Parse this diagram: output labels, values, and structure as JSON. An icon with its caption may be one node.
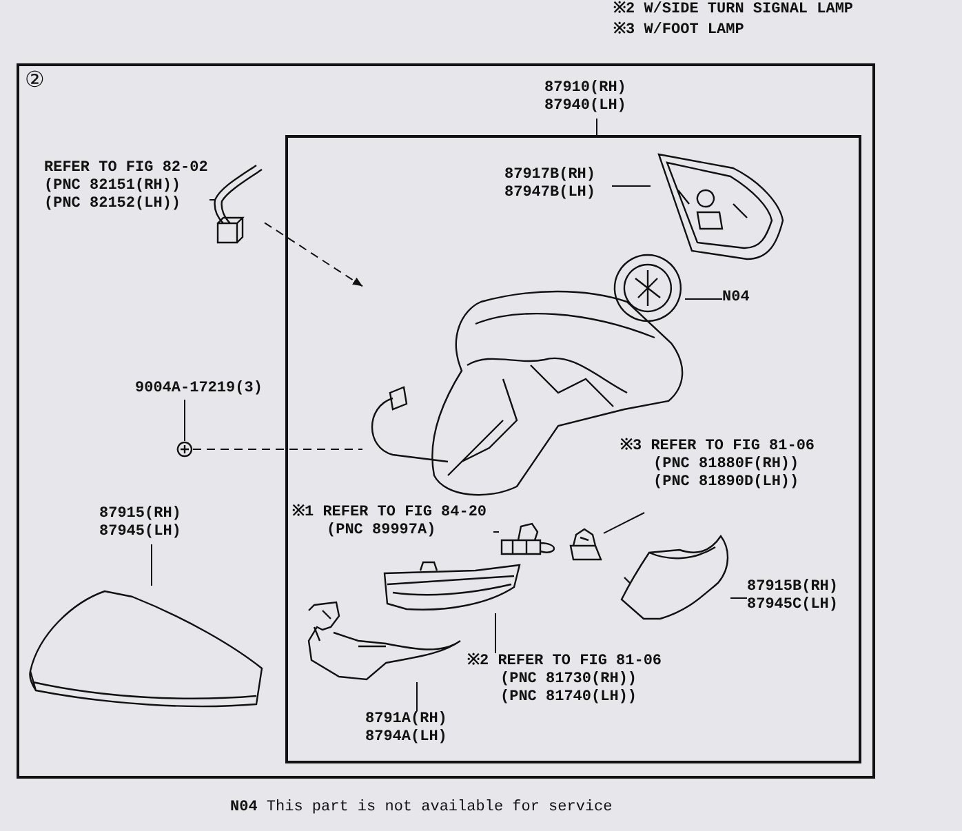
{
  "diagram": {
    "nodes": [
      {
        "text": [
          "②"
        ]
      },
      {
        "text": [
          "87910(RH) 87940(LH)"
        ],
        "in": 0
      },
      {
        "text": [],
        "shape": "box",
        "in": 0
      },
      {
        "text": [
          "REFER TO FIG 82-02 (PNC 82151(RH)) (PNC 82152(LH))"
        ],
        "in": 0
      },
      {
        "text": [],
        "shape": "picture",
        "in": 0
      },
      {
        "text": [
          "9004A-17219(3)"
        ],
        "in": 0
      },
      {
        "text": [],
        "shape": "picture",
        "in": 0
      },
      {
        "text": [
          "87915(RH) 87945(LH)"
        ],
        "in": 0
      },
      {
        "text": [],
        "shape": "picture",
        "in": 0
      },
      {
        "text": [
          "87917B(RH) 87947B(LH)"
        ],
        "in": 2
      },
      {
        "text": [],
        "shape": "picture",
        "in": 2
      },
      {
        "text": [],
        "shape": "picture",
        "in": 2
      },
      {
        "text": [
          "N04"
        ],
        "in": 2
      },
      {
        "text": [],
        "shape": "picture",
        "in": 2
      },
      {
        "text": [
          "※1 REFER TO FIG 84-20 (PNC 89997A)"
        ],
        "in": 2
      },
      {
        "text": [],
        "shape": "picture",
        "in": 2
      },
      {
        "text": [
          "※3 REFER TO FIG 81-06 (PNC 81880F(RH)) (PNC 81890D(LH))"
        ],
        "in": 2
      },
      {
        "text": [],
        "shape": "picture",
        "in": 2
      },
      {
        "text": [],
        "shape": "picture",
        "in": 2
      },
      {
        "text": [
          "87915B(RH) 87945C(LH)"
        ],
        "in": 2
      },
      {
        "text": [],
        "shape": "picture",
        "in": 2
      },
      {
        "text": [
          "※2 REFER TO FIG 81-06 (PNC 81730(RH)) (PNC 81740(LH))"
        ],
        "in": 2
      },
      {
        "text": [],
        "shape": "picture",
        "in": 2
      },
      {
        "text": [
          "8791A(RH) 8794A(LH)"
        ],
        "in": 2
      }
    ],
    "edges": [
      {
        "from": 1,
        "to": 2,
        "arrow": "none"
      },
      {
        "from": 3,
        "to": 4,
        "arrow": "none"
      },
      {
        "from": 5,
        "to": 6,
        "arrow": "none"
      },
      {
        "from": 7,
        "to": 8,
        "arrow": "none"
      },
      {
        "from": 9,
        "to": 10,
        "arrow": "none"
      },
      {
        "from": 12,
        "to": 11,
        "arrow": "none"
      },
      {
        "from": 14,
        "to": 15,
        "arrow": "none"
      },
      {
        "from": 16,
        "to": 17,
        "arrow": "none"
      },
      {
        "from": 19,
        "to": 18,
        "arrow": "none"
      },
      {
        "from": 21,
        "to": 20,
        "arrow": "none"
      },
      {
        "from": 23,
        "to": 22,
        "arrow": "none"
      },
      {
        "from": 4,
        "to": 13,
        "arrow": "to",
        "style": "dashed"
      },
      {
        "from": 6,
        "to": 13,
        "arrow": "none",
        "style": "dashed"
      }
    ],
    "labels": [
      "※2 W/SIDE TURN SIGNAL LAMP",
      "※3 W/FOOT LAMP",
      "**N04** This part is not available for service"
    ]
  }
}
